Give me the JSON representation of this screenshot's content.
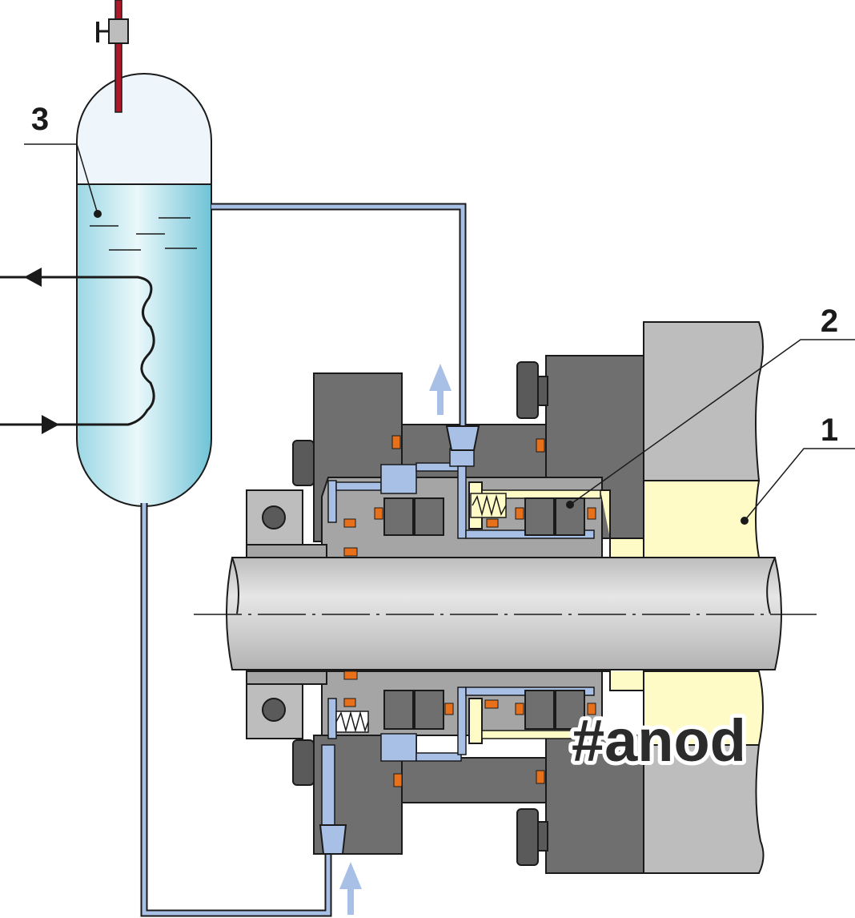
{
  "labels": {
    "shaft_seal": "1",
    "seal_unit": "2",
    "reservoir": "3"
  },
  "watermark": "#anod",
  "colors": {
    "metal_dark": "#6f6f6f",
    "metal_light": "#a5a5a5",
    "shaft": "#cfcfcf",
    "gland": "#bdbdbd",
    "cream": "#fffbc6",
    "fluid": "#7fcfdf",
    "pipe": "#a9c0e6",
    "oring": "#e8701a",
    "stem": "#b0182a",
    "outline": "#1a1a1a"
  },
  "icons": [
    "flow-arrow-up-icon",
    "flow-arrow-left-icon",
    "flow-arrow-right-icon",
    "spring-icon",
    "valve-icon",
    "bolt-icon"
  ]
}
